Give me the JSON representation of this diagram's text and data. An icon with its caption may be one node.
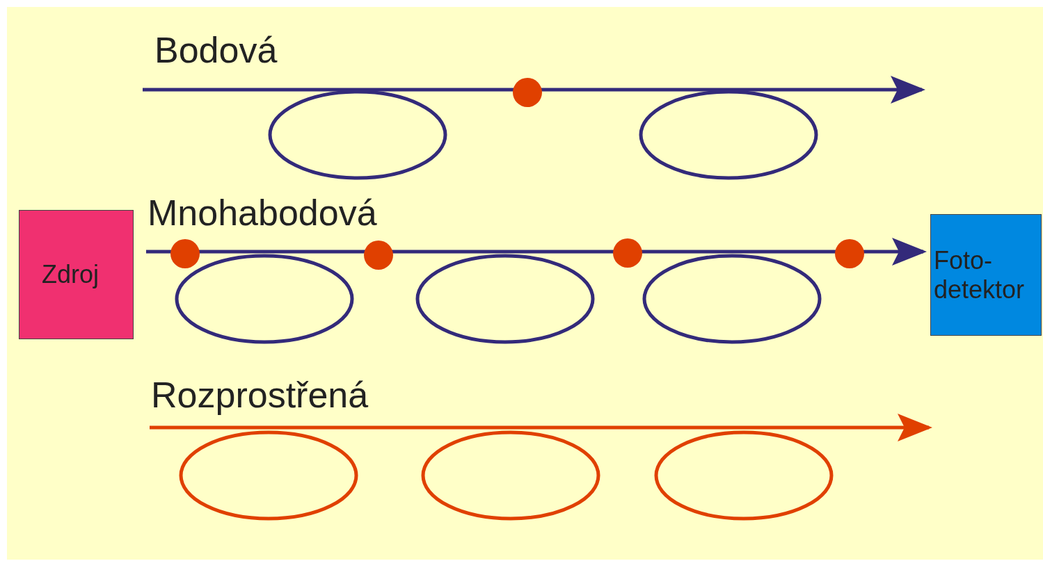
{
  "diagram": {
    "nodes": [
      {
        "text": [
          "Zdroj"
        ]
      },
      {
        "text": [
          "Foto- detektor"
        ]
      }
    ],
    "edges": [
      {
        "from": 0,
        "to": 1,
        "arrow": "to"
      }
    ],
    "labels": [
      "Bodová",
      "Mnohabodová",
      "Rozprostřená"
    ]
  }
}
